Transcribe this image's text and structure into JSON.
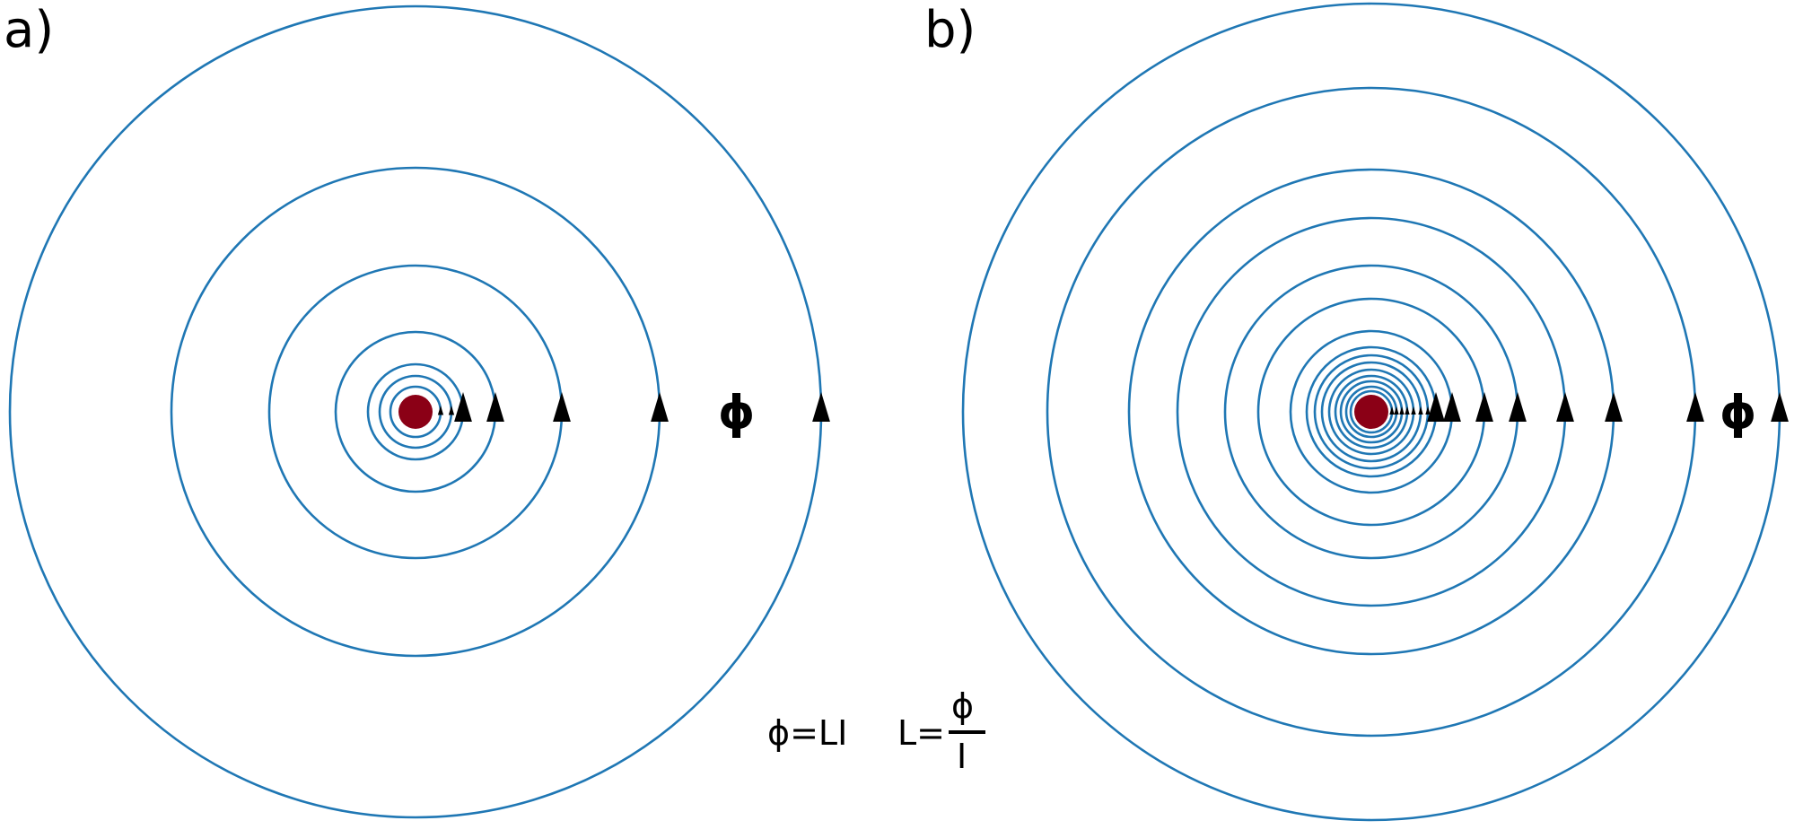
{
  "panels": [
    {
      "label": "a)",
      "flux_label": "ϕ"
    },
    {
      "label": "b)",
      "flux_label": "ϕ"
    }
  ],
  "formulas": {
    "flux": "ϕ=LI",
    "inductance_lhs": "L=",
    "inductance_num": "ϕ",
    "inductance_den": "I"
  },
  "colors": {
    "field_line": "#1f77b4",
    "wire": "#8b0016",
    "arrow": "#000000"
  }
}
